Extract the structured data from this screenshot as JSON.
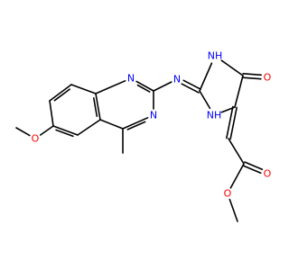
{
  "colors": {
    "background": "#ffffff",
    "bond": "#000000",
    "nitrogen": "#0000ff",
    "oxygen": "#ff0000"
  },
  "atom_labels": {
    "n_quin_top": "N",
    "n_quin_bottom": "N",
    "n_amine": "N",
    "nh_ring_top": "NH",
    "nh_ring_bottom": "NH",
    "o_carbonyl_ring": "O",
    "o_ester_carbonyl": "O",
    "o_ester_ether": "O",
    "o_methoxy": "O"
  }
}
